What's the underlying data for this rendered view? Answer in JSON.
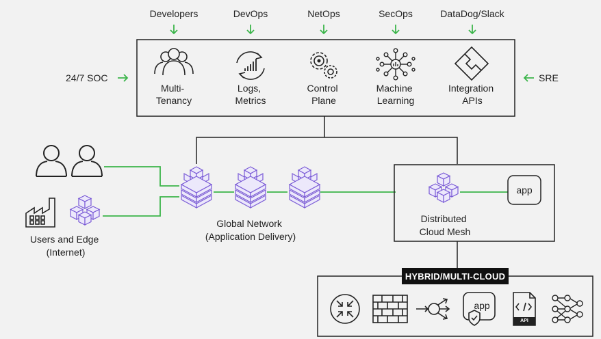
{
  "roles": {
    "developers": "Developers",
    "devops": "DevOps",
    "netops": "NetOps",
    "secops": "SecOps",
    "datadog": "DataDog/Slack",
    "soc": "24/7 SOC",
    "sre": "SRE"
  },
  "platform": {
    "multi_tenancy": [
      "Multi-",
      "Tenancy"
    ],
    "logs_metrics": [
      "Logs,",
      "Metrics"
    ],
    "control_plane": [
      "Control",
      "Plane"
    ],
    "machine_learning": [
      "Machine",
      "Learning"
    ],
    "integration_apis": [
      "Integration",
      "APIs"
    ]
  },
  "users_edge": [
    "Users and Edge",
    "(Internet)"
  ],
  "global_network": [
    "Global Network",
    "(Application Delivery)"
  ],
  "cloud_mesh": {
    "label": [
      "Distributed",
      "Cloud Mesh"
    ],
    "app": "app"
  },
  "hybrid": {
    "badge": "HYBRID/MULTI-CLOUD",
    "app": "app",
    "api": "API"
  },
  "colors": {
    "accent_green": "#3bb54a",
    "accent_purple": "#8264d8",
    "line": "#222222",
    "background": "#f2f2f2"
  }
}
